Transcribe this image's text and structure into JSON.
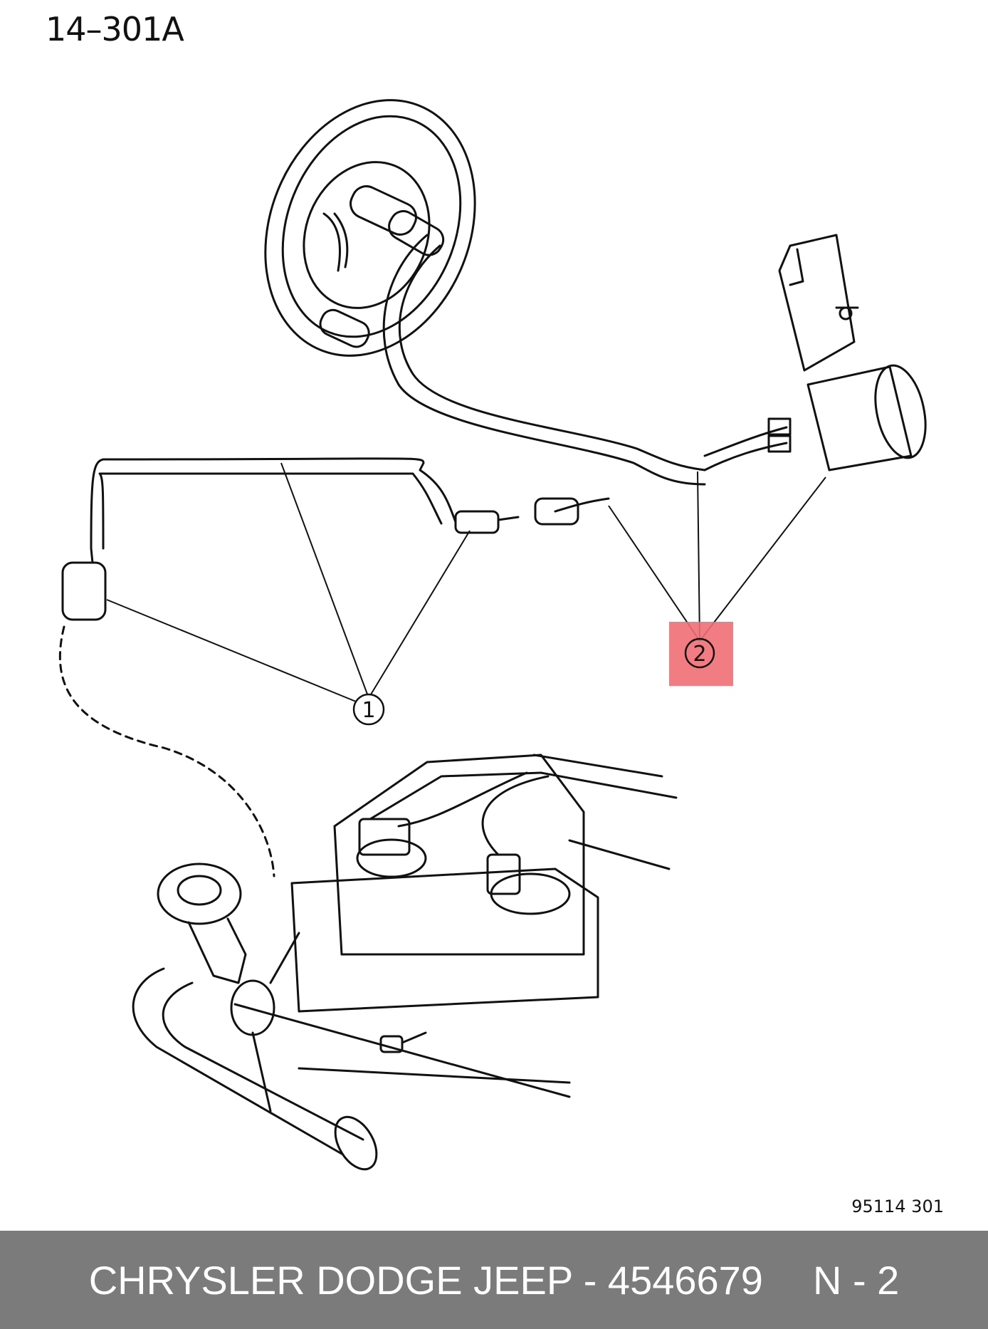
{
  "diagram": {
    "ref_code": "14–301A",
    "drawing_code": "95114  301",
    "callouts": [
      "1",
      "2"
    ]
  },
  "footer": {
    "title": "CHRYSLER DODGE JEEP - 4546679",
    "note": "N - 2"
  },
  "colors": {
    "footer_bg": "#7b7b7b",
    "highlight": "#ef6f74"
  }
}
